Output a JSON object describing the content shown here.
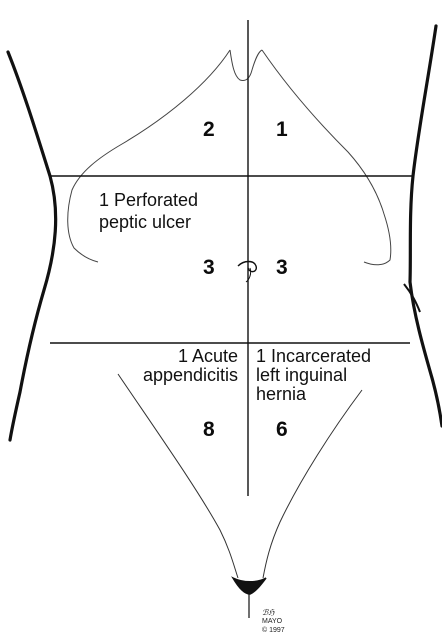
{
  "quadrant_counts": {
    "upper_right": "2",
    "upper_left": "1",
    "mid_right": "3",
    "mid_left": "3",
    "lower_right": "8",
    "lower_left": "6"
  },
  "annotations": {
    "perforated_line1": "1 Perforated",
    "perforated_line2": "peptic ulcer",
    "appendicitis_line1": "1 Acute",
    "appendicitis_line2": "appendicitis",
    "hernia_line1": "1 Incarcerated",
    "hernia_line2": "left inguinal",
    "hernia_line3": "hernia"
  },
  "signature": {
    "initials": "ℬℌ",
    "org": "MAYO",
    "copyright": "© 1997"
  },
  "colors": {
    "ink": "#111111",
    "background": "#ffffff"
  }
}
